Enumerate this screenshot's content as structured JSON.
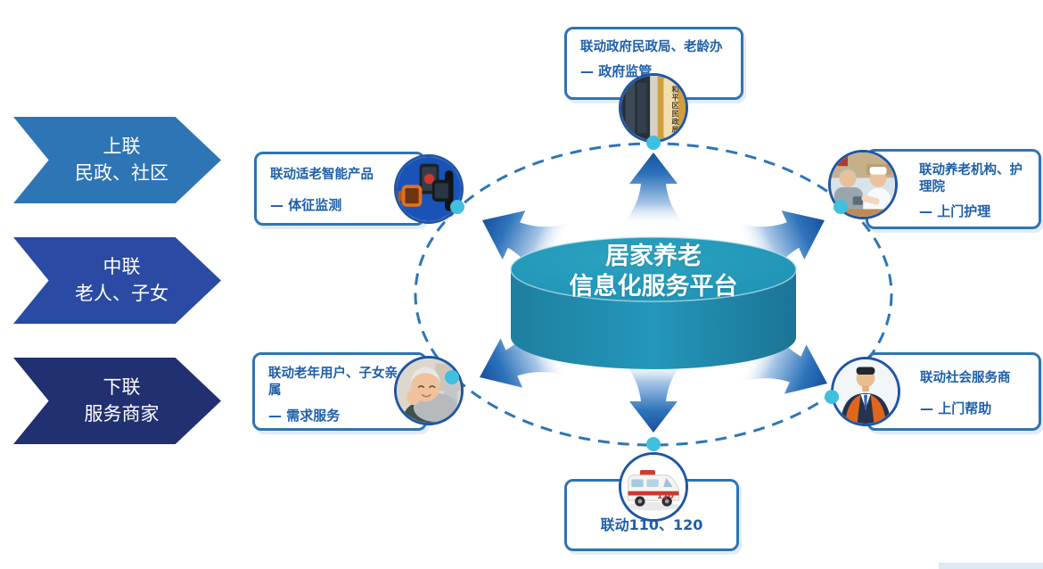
{
  "banners": [
    {
      "line1": "上联",
      "line2": "民政、社区"
    },
    {
      "line1": "中联",
      "line2": "老人、子女"
    },
    {
      "line1": "下联",
      "line2": "服务商家"
    }
  ],
  "platform": {
    "title_line1": "居家养老",
    "title_line2": "信息化服务平台"
  },
  "nodes": {
    "government": {
      "title": "联动政府民政局、老龄办",
      "subtitle": "— 政府监管",
      "photo": "civil-affairs-bureau-building",
      "sign_text": "和平区民政局"
    },
    "smart_products": {
      "title": "联动适老智能产品",
      "subtitle": "— 体征监测",
      "photo": "elderly-smart-devices"
    },
    "care_institutions": {
      "title": "联动养老机构、护理院",
      "subtitle": "— 上门护理",
      "photo": "nurse-caring-for-elderly"
    },
    "elderly_users": {
      "title": "联动老年用户、子女亲属",
      "subtitle": "— 需求服务",
      "photo": "smiling-elderly-woman"
    },
    "service_providers": {
      "title": "联动社会服务商",
      "subtitle": "— 上门帮助",
      "photo": "uniformed-service-worker"
    },
    "emergency": {
      "label": "联动110、120",
      "photo": "ambulance",
      "vehicle_text": "120"
    }
  },
  "colors": {
    "banner_top": "#2E75B6",
    "banner_middle": "#2A4AA4",
    "banner_bottom": "#203070",
    "box_border": "#2E74B5",
    "box_text": "#1E5FA9",
    "circle_border": "#1F55A4",
    "dashed_ring": "#2E75B6",
    "connection_dot": "#3FC0DF",
    "arrow_tip": "#174F9C",
    "cylinder_top": "#2095B6",
    "cylinder_side": "#1E7FA0"
  }
}
